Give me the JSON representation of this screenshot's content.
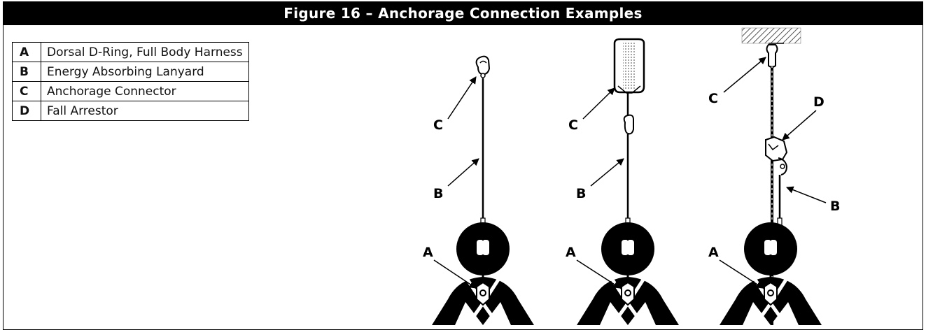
{
  "figure": {
    "title": "Figure 16 – Anchorage Connection Examples"
  },
  "legend": [
    {
      "key": "A",
      "description": "Dorsal D-Ring, Full Body Harness"
    },
    {
      "key": "B",
      "description": "Energy Absorbing Lanyard"
    },
    {
      "key": "C",
      "description": "Anchorage Connector"
    },
    {
      "key": "D",
      "description": "Fall Arrestor"
    }
  ],
  "illustrations": [
    {
      "name": "direct-anchorage",
      "callouts": [
        "C",
        "B",
        "A"
      ]
    },
    {
      "name": "beam-anchorage",
      "callouts": [
        "C",
        "B",
        "A"
      ]
    },
    {
      "name": "vertical-lifeline-anchorage",
      "callouts": [
        "C",
        "D",
        "B",
        "A"
      ]
    }
  ]
}
